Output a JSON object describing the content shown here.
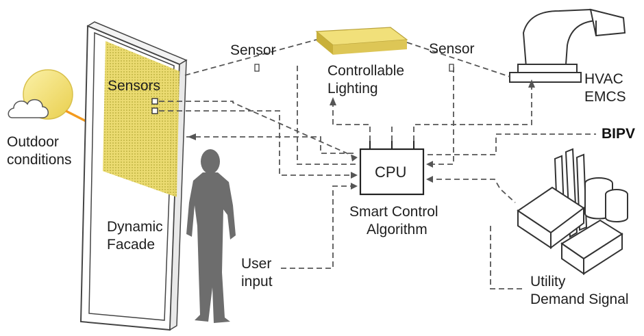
{
  "labels": {
    "sensor_left": "Sensor",
    "sensor_right": "Sensor",
    "lighting_line1": "Controllable",
    "lighting_line2": "Lighting",
    "hvac_line1": "HVAC",
    "hvac_line2": "EMCS",
    "bipv": "BIPV",
    "sensors": "Sensors",
    "outdoor_line1": "Outdoor",
    "outdoor_line2": "conditions",
    "cpu": "CPU",
    "algorithm_line1": "Smart Control",
    "algorithm_line2": "Algorithm",
    "facade_line1": "Dynamic",
    "facade_line2": "Facade",
    "user_line1": "User",
    "user_line2": "input",
    "utility_line1": "Utility",
    "utility_line2": "Demand Signal"
  },
  "colors": {
    "line": "#555555",
    "facade_glazing": "#d8cc55",
    "sun": "#f3e27a",
    "sun_ray": "#f39a1e",
    "person": "#6d6d6d",
    "lighting_top": "#f1e07a",
    "lighting_side": "#cdb43c"
  },
  "icons": [
    "sun-icon",
    "cloud-icon",
    "person-silhouette",
    "hvac-duct-icon",
    "utility-plant-icon",
    "lighting-fixture-icon"
  ]
}
